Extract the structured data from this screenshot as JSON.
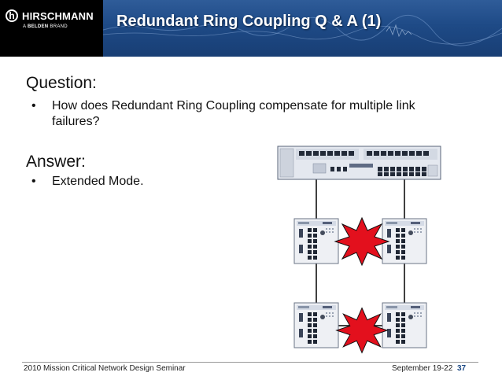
{
  "brand": {
    "logo_glyph": "h",
    "name": "HIRSCHMANN",
    "tagline_prefix": "A ",
    "tagline_bold": "BELDEN",
    "tagline_suffix": " BRAND"
  },
  "slide": {
    "title": "Redundant Ring Coupling Q & A (1)",
    "question_heading": "Question:",
    "question_bullet": "•",
    "question_line1": "How does Redundant Ring Coupling compensate for multiple link",
    "question_line2": "failures?",
    "answer_heading": "Answer:",
    "answer_bullet": "•",
    "answer_text": "Extended Mode."
  },
  "footer": {
    "left": "2010 Mission Critical Network Design Seminar",
    "date": "September 19-22",
    "page": "37"
  },
  "colors": {
    "header_blue": "#1e4a86",
    "burst_red": "#e3101d",
    "link_black": "#000000"
  }
}
